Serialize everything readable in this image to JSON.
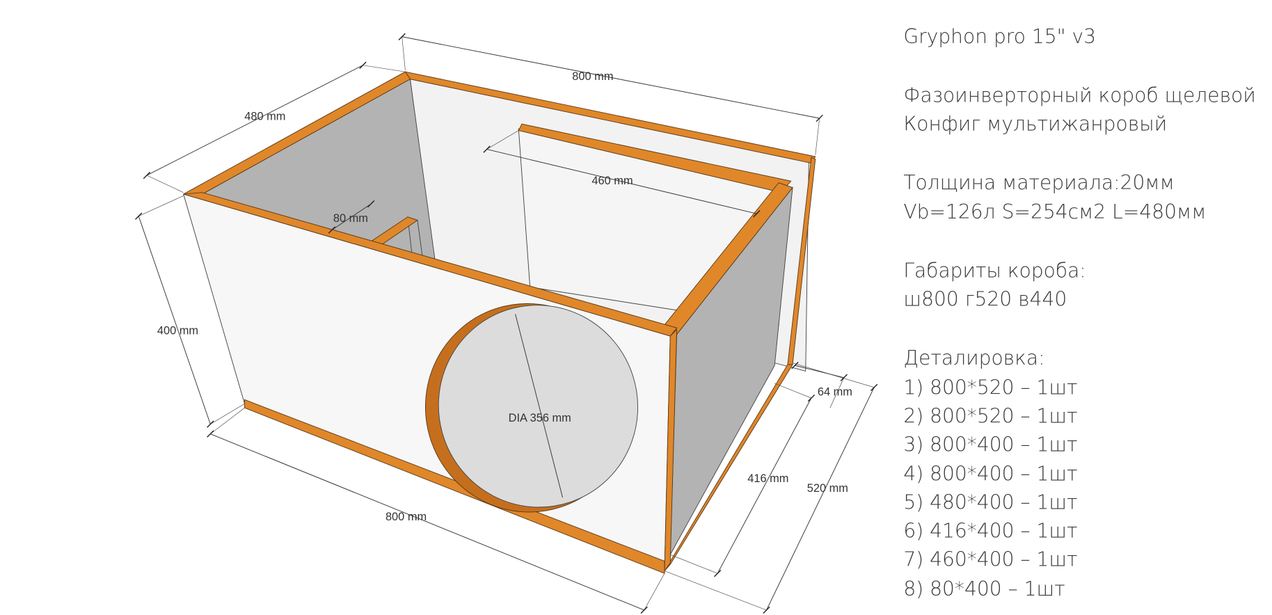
{
  "title": "Gryphon pro 15\" v3",
  "description": [
    "Фазоинверторный короб щелевой",
    "Конфиг мультижанровый"
  ],
  "specs": [
    "Толщина материала:20мм",
    "Vb=126л S=254см2 L=480мм"
  ],
  "dimensions_heading": "Габариты короба:",
  "dimensions_value": "ш800 г520 в440",
  "parts_heading": "Деталировка:",
  "parts": [
    "1) 800*520 – 1шт",
    "2) 800*520 – 1шт",
    "3) 800*400 – 1шт",
    "4) 800*400 – 1шт",
    "5) 480*400 – 1шт",
    "6) 416*400 – 1шт",
    "7) 460*400 – 1шт",
    "8) 80*400 – 1шт"
  ],
  "dim_labels": {
    "top_width": "800 mm",
    "depth": "480 mm",
    "slot_panel": "460 mm",
    "slot_width": "80 mm",
    "height": "400 mm",
    "bottom_width": "800 mm",
    "inner_depth": "416 mm",
    "total_depth": "520 mm",
    "port_offset": "64 mm",
    "hole": "DIA 356 mm"
  },
  "colors": {
    "edge": "#e0872a",
    "panel": "#f7f7f7",
    "inner": "#b3b3b3",
    "hole": "#dcdcdc"
  }
}
